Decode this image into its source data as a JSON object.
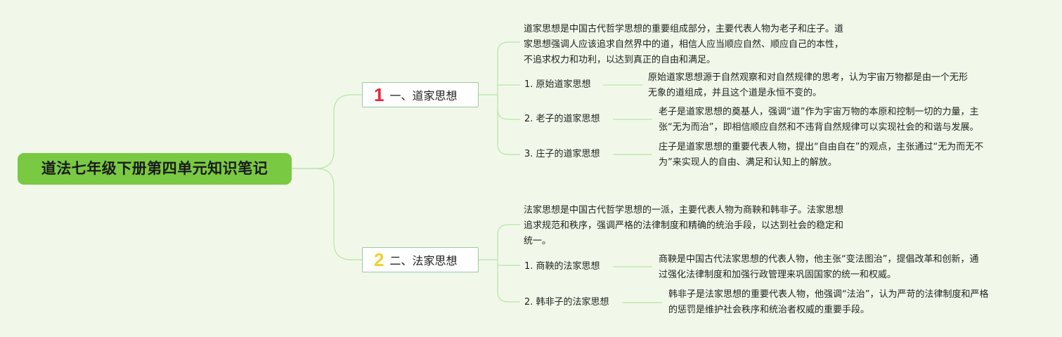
{
  "root": {
    "title": "道法七年级下册第四单元知识笔记"
  },
  "branches": [
    {
      "num": "1",
      "title": "一、道家思想",
      "intro": "道家思想是中国古代哲学思想的重要组成部分，主要代表人物为老子和庄子。道\n家思想强调人应该追求自然界中的道，相信人应当顺应自然、顺应自己的本性，\n不追求权力和功利，以达到真正的自由和满足。",
      "items": [
        {
          "label": "1. 原始道家思想",
          "desc": "原始道家思想源于自然观察和对自然规律的思考，认为宇宙万物都是由一个无形\n无象的道组成，并且这个道是永恒不变的。"
        },
        {
          "label": "2. 老子的道家思想",
          "desc": "老子是道家思想的奠基人，强调“道”作为宇宙万物的本原和控制一切的力量，主\n张“无为而治”，即相信顺应自然和不违背自然规律可以实现社会的和谐与发展。"
        },
        {
          "label": "3. 庄子的道家思想",
          "desc": "庄子是道家思想的重要代表人物，提出“自由自在”的观点，主张通过“无为而无不\n为”来实现人的自由、满足和认知上的解放。"
        }
      ]
    },
    {
      "num": "2",
      "title": "二、法家思想",
      "intro": "法家思想是中国古代哲学思想的一派，主要代表人物为商鞅和韩非子。法家思想\n追求规范和秩序，强调严格的法律制度和精确的统治手段，以达到社会的稳定和\n统一。",
      "items": [
        {
          "label": "1. 商鞅的法家思想",
          "desc": "商鞅是中国古代法家思想的代表人物，他主张“变法图治”，提倡改革和创新，通\n过强化法律制度和加强行政管理来巩固国家的统一和权威。"
        },
        {
          "label": "2. 韩非子的法家思想",
          "desc": "韩非子是法家思想的重要代表人物，他强调“法治”，认为严苛的法律制度和严格\n的惩罚是维护社会秩序和统治者权威的重要手段。"
        }
      ]
    }
  ],
  "colors": {
    "background": "#f1f8e9",
    "root_fill": "#7ac943",
    "line": "#b9e3a8",
    "branch_border": "#9cc7a4",
    "num1": "#e8263a",
    "num2": "#f3cf2b"
  }
}
